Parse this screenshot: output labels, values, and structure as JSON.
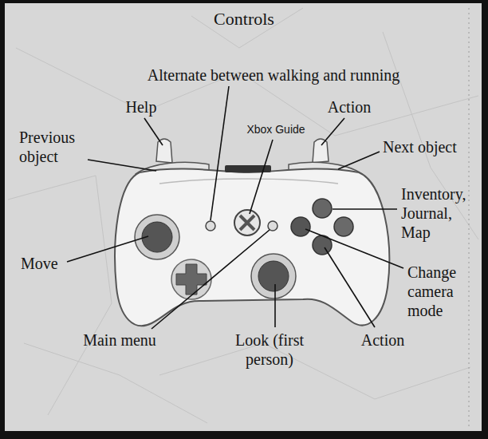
{
  "diagram": {
    "title": "Controls",
    "labels": [
      "Alternate between walking and running",
      "Help",
      "Xbox Guide",
      "Action",
      "Previous object",
      "Next object",
      "Inventory, Journal, Map",
      "Move",
      "Change camera mode",
      "Main menu",
      "Look (first person)",
      "Action"
    ]
  }
}
